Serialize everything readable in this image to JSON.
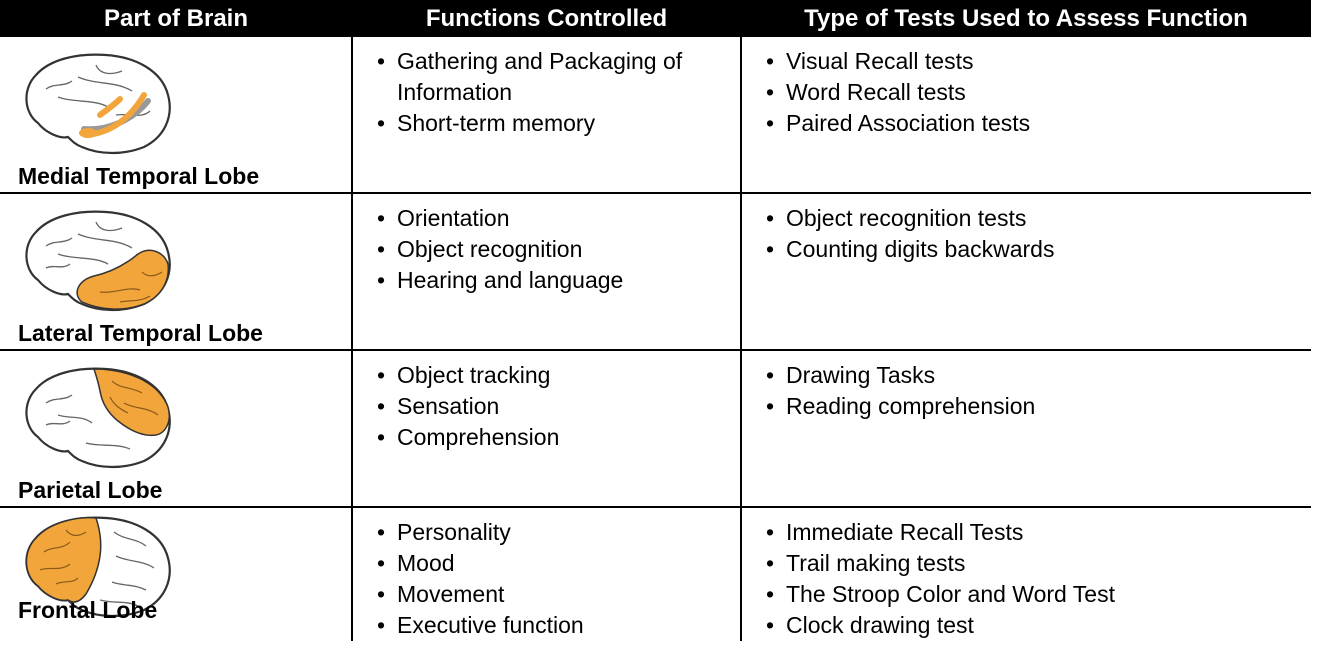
{
  "headers": {
    "part": "Part of Brain",
    "functions": "Functions Controlled",
    "tests": "Type of Tests Used to Assess Function"
  },
  "colors": {
    "highlight": "#F2A53A",
    "header_bg": "#000000",
    "header_text": "#FFFFFF"
  },
  "rows": [
    {
      "lobe": "Medial Temporal Lobe",
      "icon": "brain-medial-temporal-icon",
      "functions": [
        "Gathering and Packaging of Information",
        "Short-term memory"
      ],
      "tests": [
        "Visual Recall tests",
        "Word Recall tests",
        "Paired Association tests"
      ]
    },
    {
      "lobe": "Lateral Temporal Lobe",
      "icon": "brain-lateral-temporal-icon",
      "functions": [
        "Orientation",
        "Object recognition",
        "Hearing and language"
      ],
      "tests": [
        "Object recognition tests",
        "Counting digits backwards"
      ]
    },
    {
      "lobe": "Parietal Lobe",
      "icon": "brain-parietal-icon",
      "functions": [
        "Object tracking",
        "Sensation",
        "Comprehension"
      ],
      "tests": [
        "Drawing Tasks",
        "Reading comprehension"
      ]
    },
    {
      "lobe": "Frontal Lobe",
      "icon": "brain-frontal-icon",
      "functions": [
        "Personality",
        "Mood",
        "Movement",
        "Executive function"
      ],
      "tests": [
        "Immediate Recall Tests",
        "Trail making tests",
        "The Stroop Color and Word Test",
        "Clock drawing test"
      ]
    }
  ]
}
